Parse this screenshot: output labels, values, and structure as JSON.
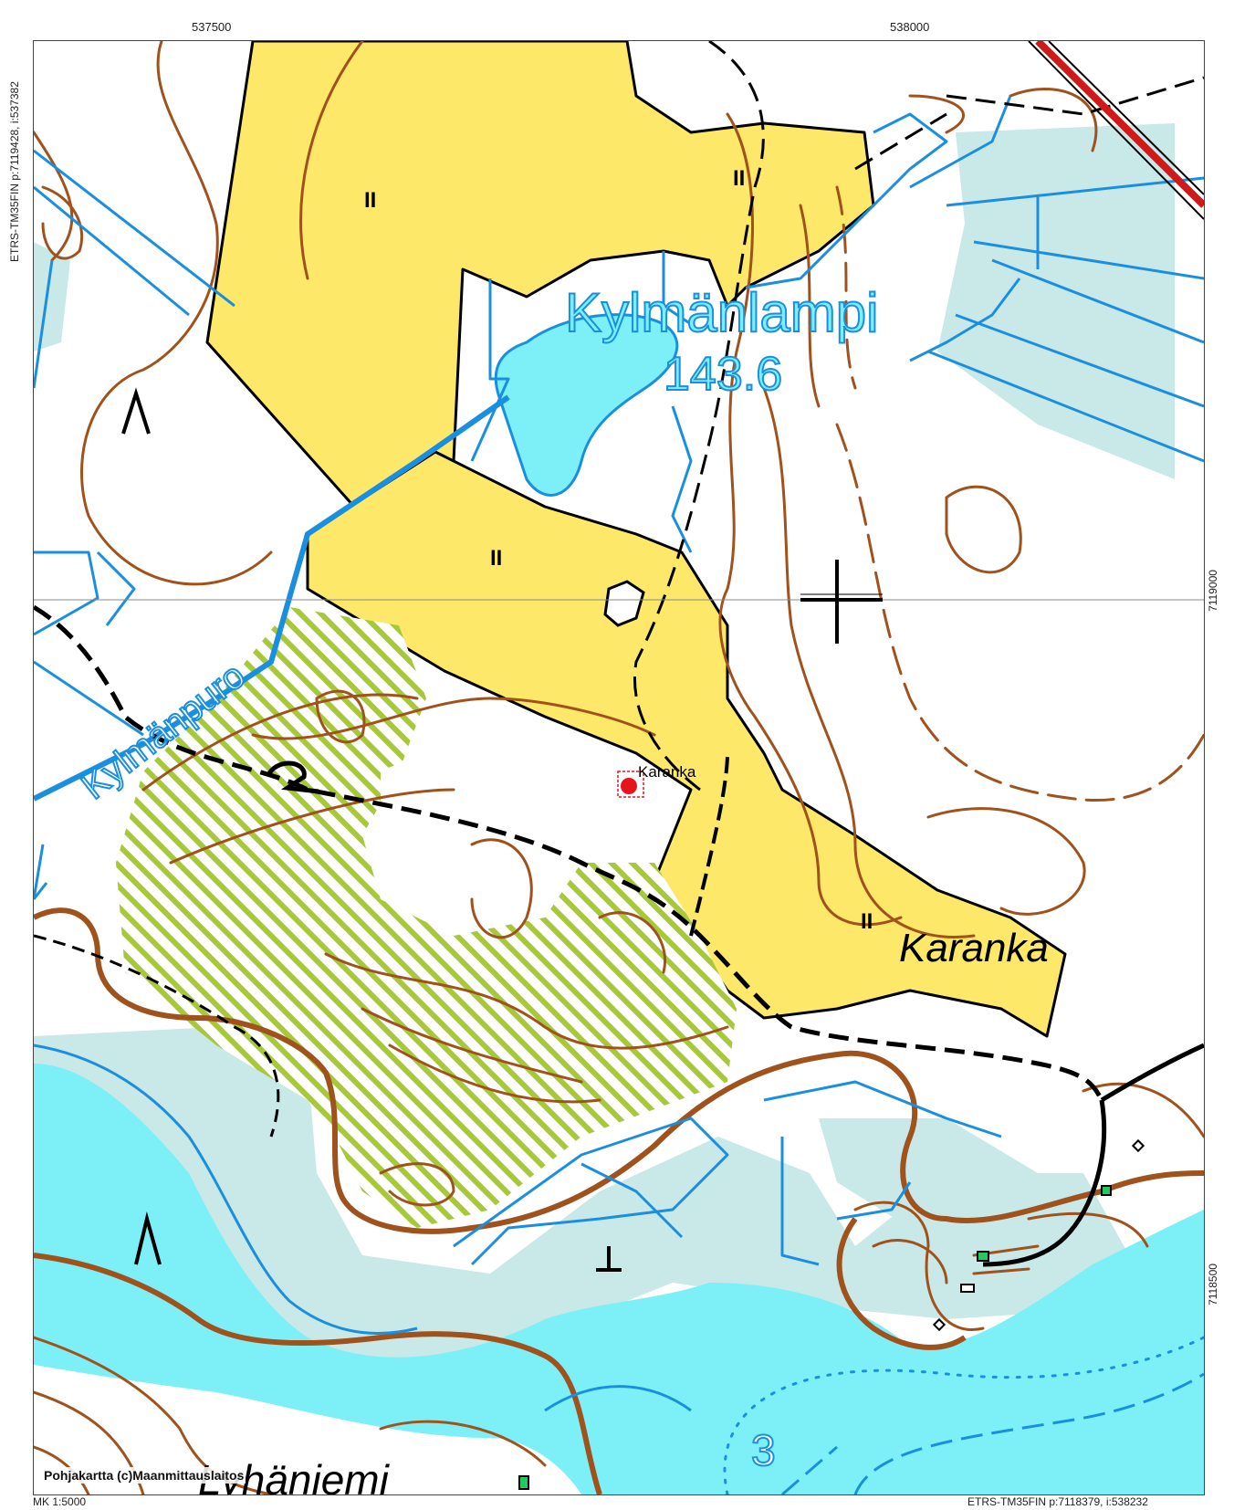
{
  "map": {
    "place_names": {
      "lake": "Kylmänlampi",
      "lake_elevation": "143.6",
      "stream": "Kylmänpuro",
      "area": "Karanka",
      "point": "Karanka",
      "bottom_place": "Lyhäniemi",
      "contour_label": "3"
    },
    "zone_marker": "II",
    "credit": "Pohjakartta (c)Maanmittauslaitos"
  },
  "grid": {
    "top_labels": [
      "537500",
      "538000"
    ],
    "right_labels": [
      "7119000",
      "7118500"
    ],
    "left_corner": "ETRS-TM35FIN p:7119428, i:537382",
    "bottom_right_corner": "ETRS-TM35FIN p:7118379, i:538232",
    "scale": "MK 1:5000"
  },
  "colors": {
    "yellow_area": "#fde86a",
    "water": "#7df0f7",
    "marsh": "#c9e8e8",
    "hatch": "#a8c83c",
    "contour": "#a0521d",
    "stream": "#1a8fe0",
    "point_marker": "#e8141c",
    "road_red": "#d01a1a"
  },
  "icons": [
    "crosshair-icon",
    "peak-marker-icon",
    "site-point-icon"
  ]
}
